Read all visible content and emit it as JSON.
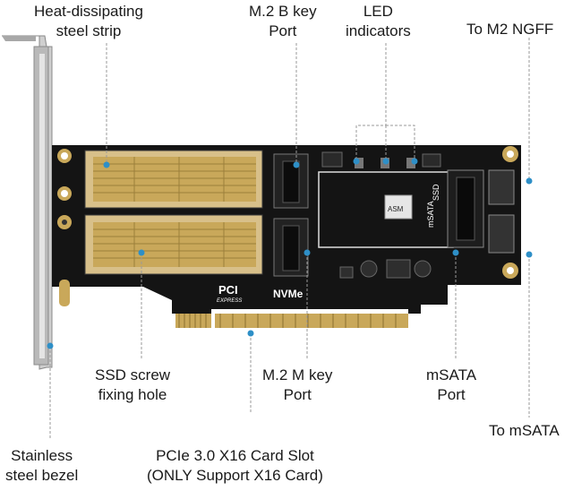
{
  "labels": {
    "heat_strip": [
      "Heat-dissipating",
      "steel strip"
    ],
    "m2_b_key": [
      "M.2 B key",
      "Port"
    ],
    "led": [
      "LED",
      "indicators"
    ],
    "to_ngff": [
      "To M2 NGFF"
    ],
    "ssd_screw": [
      "SSD screw",
      "fixing hole"
    ],
    "m2_m_key": [
      "M.2 M key",
      "Port"
    ],
    "msata_port": [
      "mSATA",
      "Port"
    ],
    "bezel": [
      "Stainless",
      "steel bezel"
    ],
    "pcie_slot": [
      "PCIe 3.0 X16 Card Slot",
      "(ONLY Support X16 Card)"
    ],
    "to_msata": [
      "To mSATA"
    ]
  },
  "board_marks": {
    "pci_logo": "PCI",
    "pci_sub": "EXPRESS",
    "nvme": "NVMe",
    "msata_silk": "mSATA",
    "ssd_silk": "SSD",
    "chip_text": "ASM"
  },
  "colors": {
    "pcb": "#141414",
    "gold": "#c9a85a",
    "bezel": "#b9b9b9",
    "callout_dot": "#2e8fc7",
    "leader": "#9a9a9a"
  }
}
